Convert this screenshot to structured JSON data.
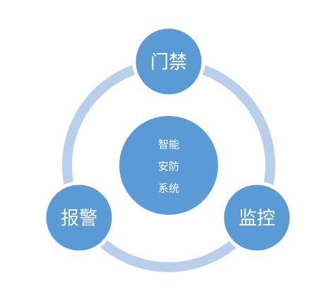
{
  "center": {
    "lines": [
      "智能",
      "安防",
      "系统"
    ]
  },
  "nodes": {
    "top": "门禁",
    "left": "报警",
    "right": "监控"
  },
  "colors": {
    "node_fill": "#5b9bd5",
    "ring": "#b9cfea",
    "text": "#ffffff"
  }
}
